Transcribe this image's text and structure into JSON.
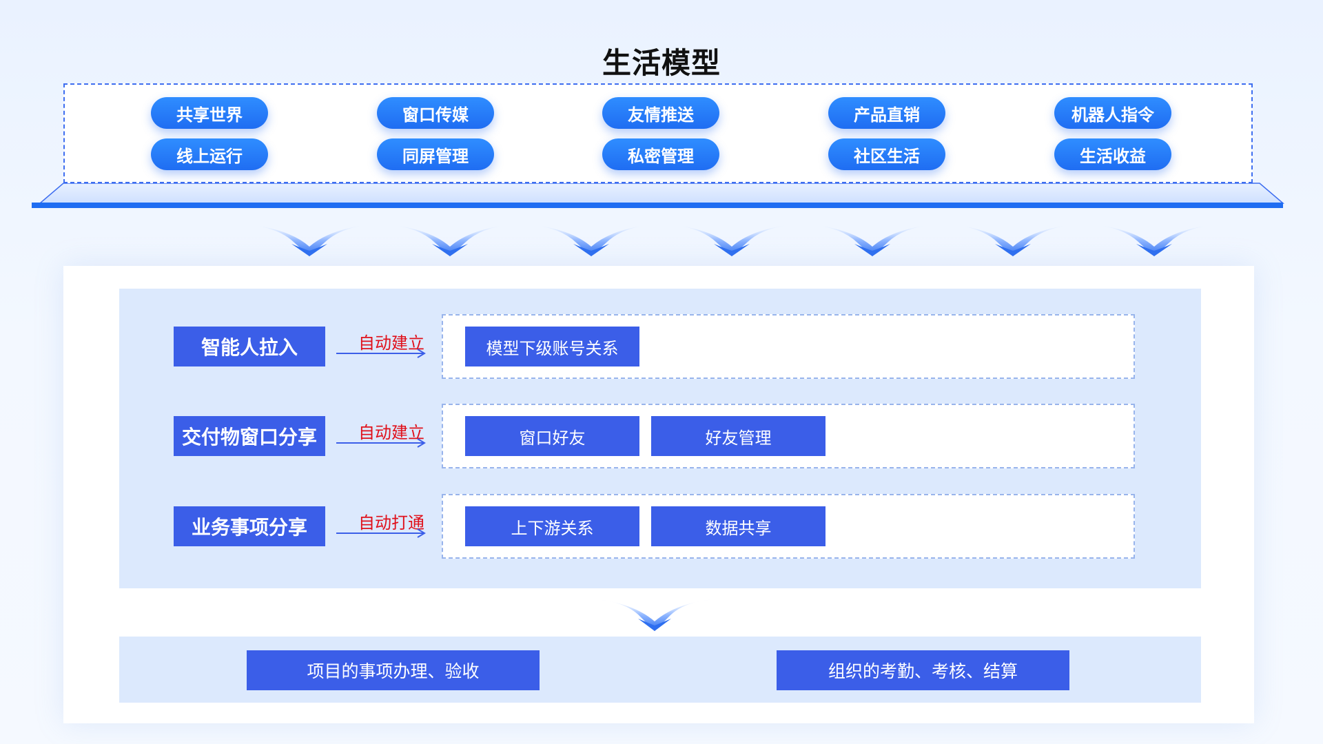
{
  "title": "生活模型",
  "top_grid": {
    "columns": [
      [
        "共享世界",
        "线上运行"
      ],
      [
        "窗口传媒",
        "同屏管理"
      ],
      [
        "友情推送",
        "私密管理"
      ],
      [
        "产品直销",
        "社区生活"
      ],
      [
        "机器人指令",
        "生活收益"
      ]
    ]
  },
  "rows": [
    {
      "label": "智能人拉入",
      "arrow": "自动建立",
      "tags": [
        "模型下级账号关系"
      ]
    },
    {
      "label": "交付物窗口分享",
      "arrow": "自动建立",
      "tags": [
        "窗口好友",
        "好友管理"
      ]
    },
    {
      "label": "业务事项分享",
      "arrow": "自动打通",
      "tags": [
        "上下游关系",
        "数据共享"
      ]
    }
  ],
  "bottom": {
    "left": "项目的事项办理、验收",
    "right": "组织的考勤、考核、结算"
  },
  "colors": {
    "primary": "#3b5ee8",
    "pill": "#2f8dff",
    "accent_red": "#e0101a",
    "panel": "#dce9fd"
  }
}
